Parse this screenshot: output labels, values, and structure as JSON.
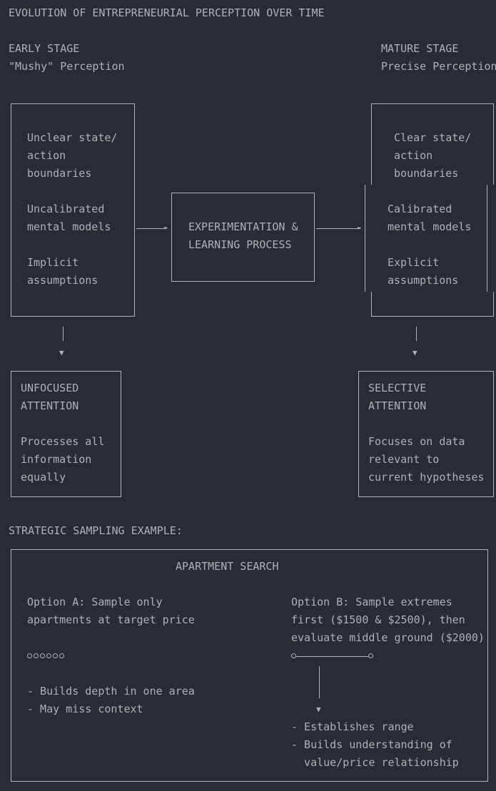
{
  "title": "EVOLUTION OF ENTREPRENEURIAL PERCEPTION OVER TIME",
  "early": {
    "stage": "EARLY STAGE",
    "subtitle": "\"Mushy\" Perception",
    "box_lines": [
      "Unclear state/",
      "action",
      "boundaries",
      "",
      "Uncalibrated",
      "mental models",
      "",
      "Implicit",
      "assumptions"
    ],
    "attention_title": [
      "UNFOCUSED",
      "ATTENTION"
    ],
    "attention_body": [
      "Processes all",
      "information",
      "equally"
    ]
  },
  "mature": {
    "stage": "MATURE STAGE",
    "subtitle": "Precise Perception",
    "box_top_lines": [
      "Clear state/",
      "action",
      "boundaries"
    ],
    "box_bottom_lines": [
      "Calibrated",
      "mental models",
      "",
      "Explicit",
      "assumptions"
    ],
    "attention_title": [
      "SELECTIVE",
      "ATTENTION"
    ],
    "attention_body": [
      "Focuses on data",
      "relevant to",
      "current hypotheses"
    ]
  },
  "process": {
    "lines": [
      "EXPERIMENTATION &",
      "LEARNING PROCESS"
    ]
  },
  "sampling": {
    "heading": "STRATEGIC SAMPLING EXAMPLE:",
    "box_title": "APARTMENT SEARCH",
    "option_a": {
      "lines": [
        "Option A: Sample only",
        "apartments at target price"
      ],
      "dots": 6,
      "bullets": [
        "- Builds depth in one area",
        "- May miss context"
      ]
    },
    "option_b": {
      "lines": [
        "Option B: Sample extremes",
        "first ($1500 & $2500), then",
        "evaluate middle ground ($2000)"
      ],
      "bullets": [
        "- Establishes range",
        "- Builds understanding of",
        "  value/price relationship"
      ]
    }
  }
}
